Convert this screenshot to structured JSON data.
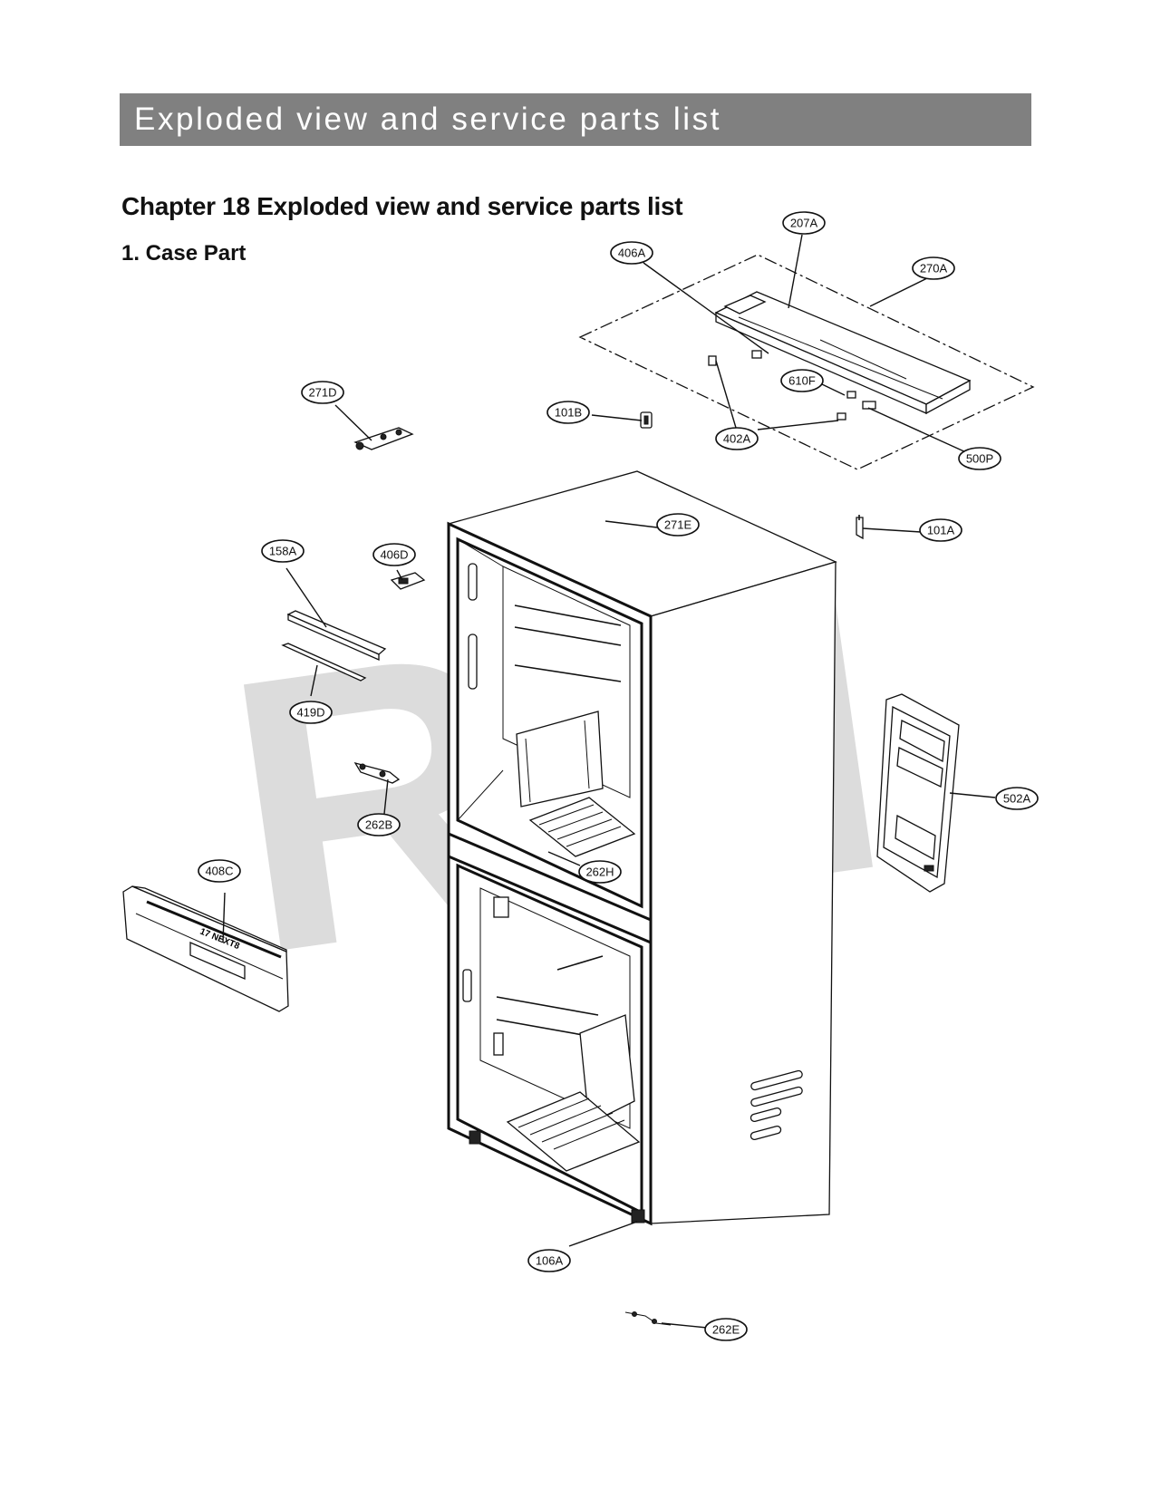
{
  "header": {
    "banner_title": "Exploded view and service parts list"
  },
  "document": {
    "chapter_title": "Chapter 18 Exploded view and service parts list",
    "section_title": "1. Case Part"
  },
  "watermark": {
    "text": "RPI"
  },
  "parts_on_drawing": {
    "front_label": "17 NEXT8"
  },
  "callouts": {
    "c207A": "207A",
    "c406A": "406A",
    "c270A": "270A",
    "c610F": "610F",
    "c402A": "402A",
    "c500P": "500P",
    "c101B": "101B",
    "c271D": "271D",
    "c271E": "271E",
    "c101A": "101A",
    "c158A": "158A",
    "c406D": "406D",
    "c419D": "419D",
    "c502A": "502A",
    "c262B": "262B",
    "c262H": "262H",
    "c408C": "408C",
    "c106A": "106A",
    "c262E": "262E"
  }
}
